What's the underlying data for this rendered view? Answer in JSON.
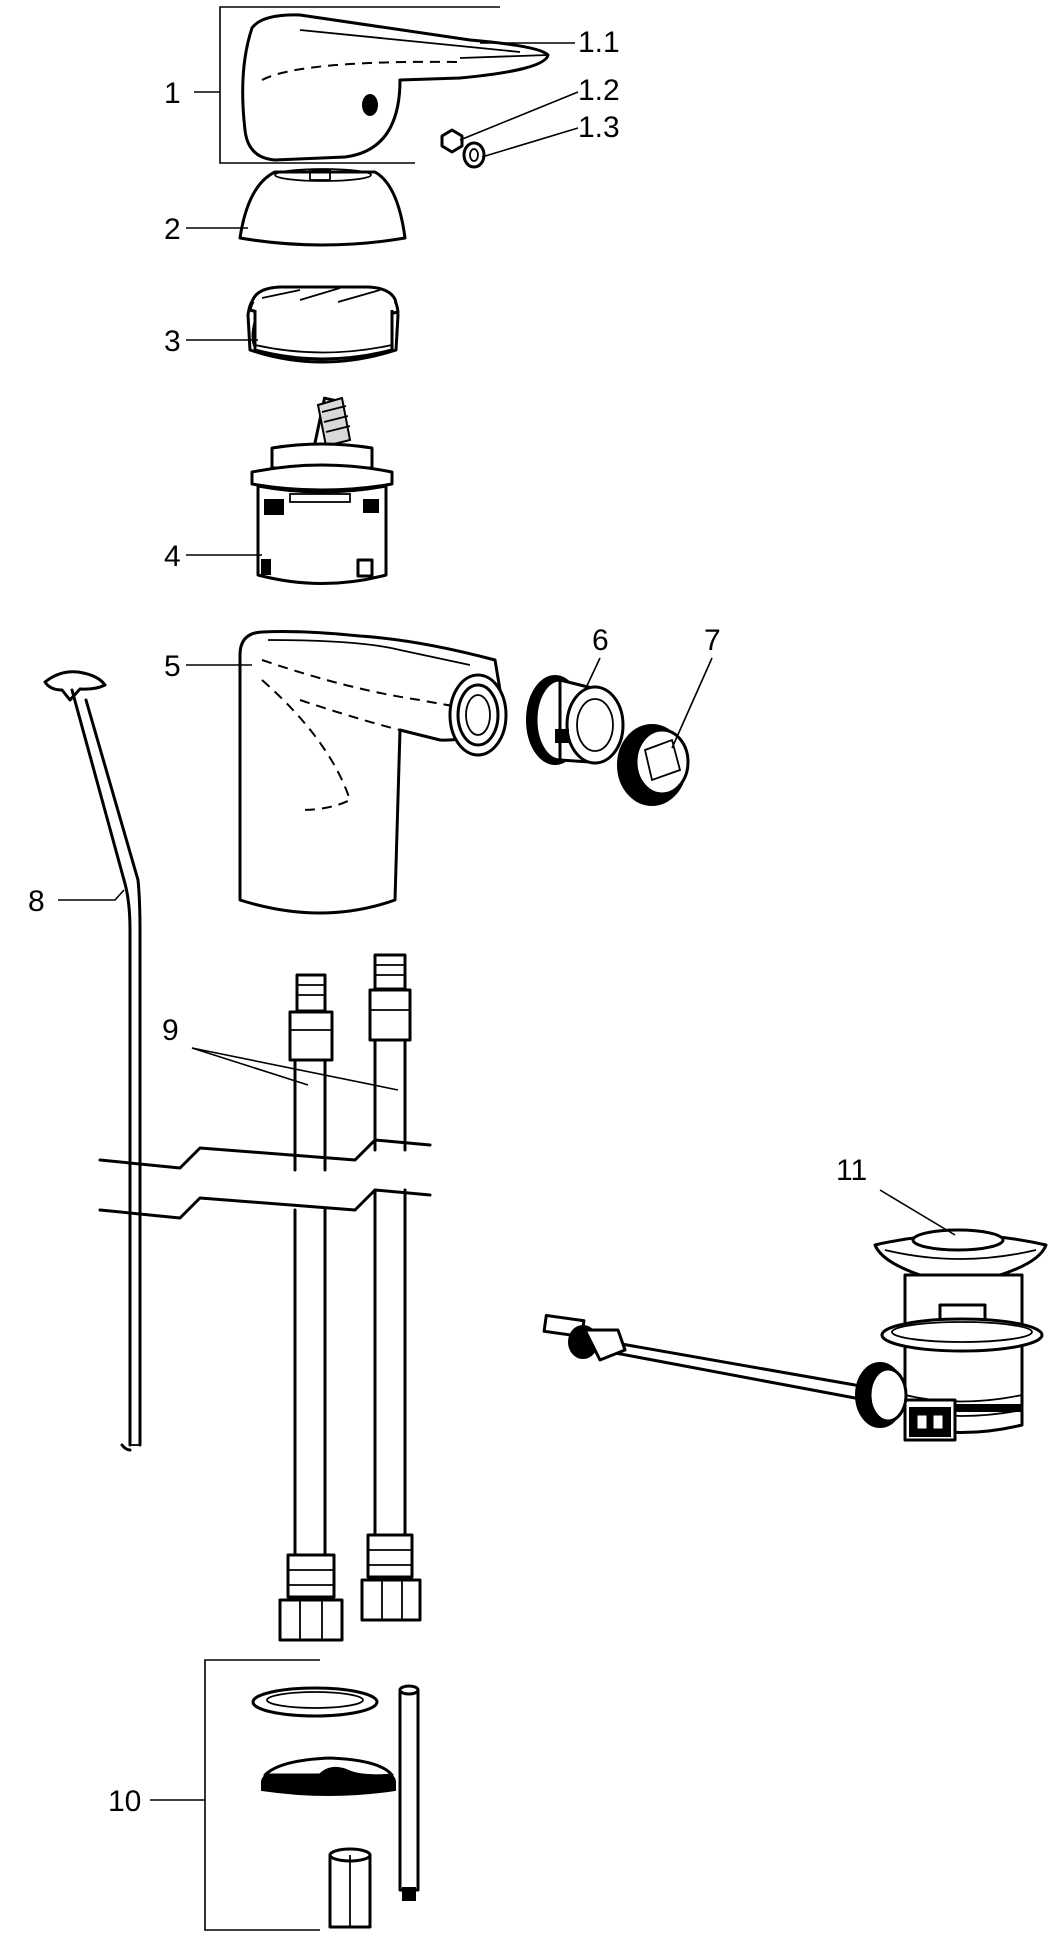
{
  "labels": {
    "l1": "1",
    "l11a": "1.1",
    "l12": "1.2",
    "l13": "1.3",
    "l2": "2",
    "l3": "3",
    "l4": "4",
    "l5": "5",
    "l6": "6",
    "l7": "7",
    "l8": "8",
    "l9": "9",
    "l10": "10",
    "l11": "11"
  }
}
